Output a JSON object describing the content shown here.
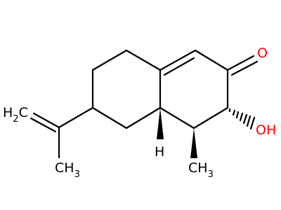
{
  "structure": {
    "atoms": [
      {
        "id": "O_ketone",
        "element": "O",
        "text": "O",
        "color": "#ff0000"
      },
      {
        "id": "O_hydroxyl",
        "element": "O",
        "text": "OH",
        "color": "#ff0000"
      },
      {
        "id": "H_ring_junction",
        "element": "H",
        "text": "H",
        "color": "#000000"
      },
      {
        "id": "C_methyl_ring",
        "element": "C",
        "text": "CH",
        "subscript": "3",
        "color": "#000000"
      },
      {
        "id": "C_vinylidene",
        "element": "C",
        "text": "H",
        "subscript": "2",
        "suffix": "C",
        "color": "#000000"
      },
      {
        "id": "C_methyl_isopropenyl",
        "element": "C",
        "text": "CH",
        "subscript": "3",
        "color": "#000000"
      }
    ],
    "colors": {
      "bond": "#000000",
      "oxygen": "#ff0000",
      "carbon": "#000000"
    }
  }
}
